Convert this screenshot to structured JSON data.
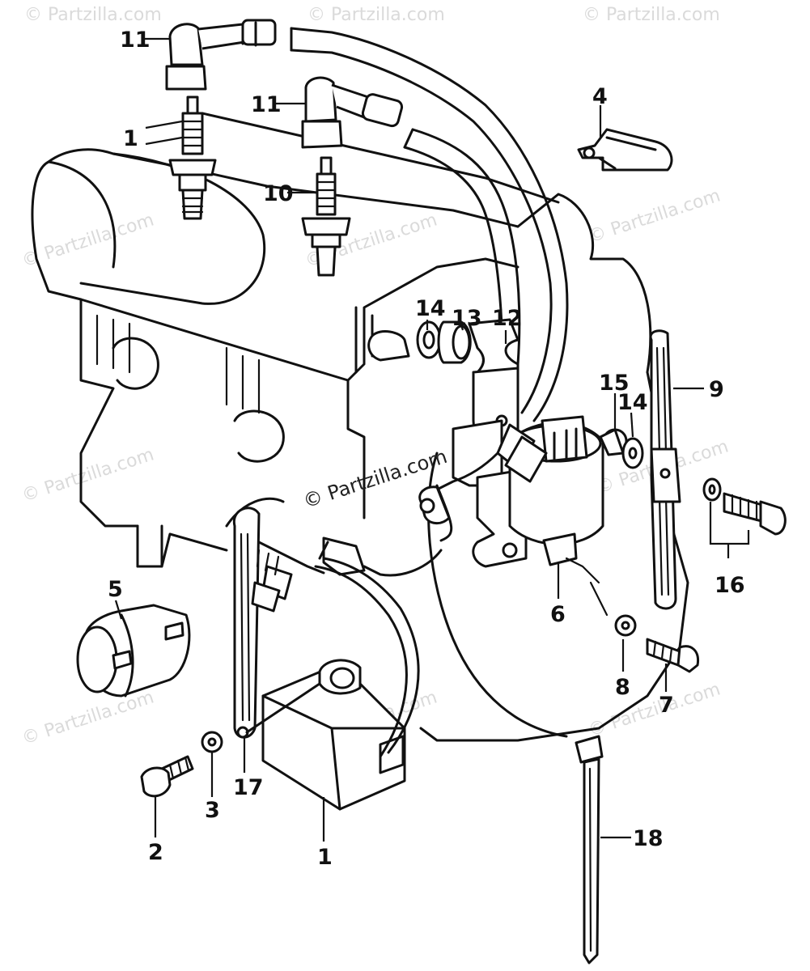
{
  "watermark": {
    "text": "© Partzilla.com",
    "center_text": "© Partzilla.com"
  },
  "callouts": [
    {
      "id": "c11a",
      "label": "11"
    },
    {
      "id": "c11b",
      "label": "11"
    },
    {
      "id": "c1a",
      "label": "1"
    },
    {
      "id": "c10",
      "label": "10"
    },
    {
      "id": "c4",
      "label": "4"
    },
    {
      "id": "c14a",
      "label": "14"
    },
    {
      "id": "c13",
      "label": "13"
    },
    {
      "id": "c12",
      "label": "12"
    },
    {
      "id": "c15",
      "label": "15"
    },
    {
      "id": "c14b",
      "label": "14"
    },
    {
      "id": "c9",
      "label": "9"
    },
    {
      "id": "c5",
      "label": "5"
    },
    {
      "id": "c6",
      "label": "6"
    },
    {
      "id": "c16",
      "label": "16"
    },
    {
      "id": "c8",
      "label": "8"
    },
    {
      "id": "c7",
      "label": "7"
    },
    {
      "id": "c17",
      "label": "17"
    },
    {
      "id": "c3",
      "label": "3"
    },
    {
      "id": "c2",
      "label": "2"
    },
    {
      "id": "c1b",
      "label": "1"
    },
    {
      "id": "c18",
      "label": "18"
    }
  ]
}
